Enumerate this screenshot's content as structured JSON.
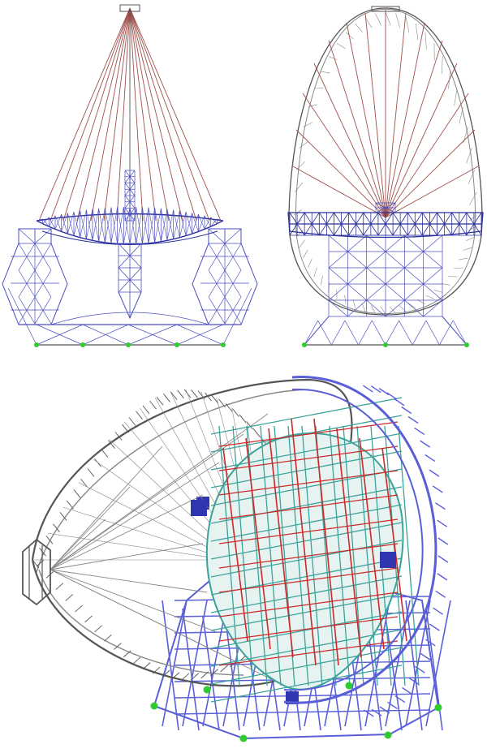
{
  "figure": {
    "views": [
      {
        "id": "front",
        "kind": "front-elevation"
      },
      {
        "id": "side",
        "kind": "side-elevation"
      },
      {
        "id": "iso",
        "kind": "isometric"
      }
    ],
    "colors": {
      "frame": "#4a4ec0",
      "frame_dark": "#2a2f9a",
      "cable": "#a0504a",
      "ring": "#555555",
      "ring_light": "#888888",
      "dish": "#3aa39a",
      "dish_rib": "#cc2a2a",
      "support": "#2ecc2e",
      "iso_frame": "#5a5fd8",
      "iso_frame_dark": "#3036b0"
    },
    "marker_icon": "support-node-marker"
  }
}
